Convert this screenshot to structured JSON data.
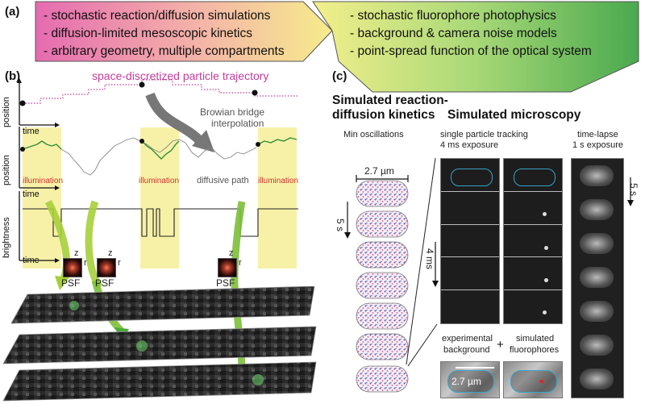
{
  "panel_a": {
    "label": "(a)",
    "left_items": [
      "- stochastic reaction/diffusion simulations",
      "- diffusion-limited mesoscopic kinetics",
      "- arbitrary geometry, multiple compartments"
    ],
    "right_items": [
      "- stochastic fluorophore photophysics",
      "- background & camera noise models",
      "- point-spread function of the optical system"
    ]
  },
  "panel_b": {
    "label": "(b)",
    "trajectory_title": "space-discretized particle trajectory",
    "bridge_label_1": "Browian bridge",
    "bridge_label_2": "interpolation",
    "diffusive_path": "diffusive path",
    "illumination": "illumination",
    "axis_position": "position",
    "axis_time": "time",
    "axis_brightness": "brightness",
    "psf_label": "PSF",
    "psf_z": "z",
    "psf_r": "r"
  },
  "panel_c": {
    "label": "(c)",
    "title_left_1": "Simulated reaction-",
    "title_left_2": "diffusion kinetics",
    "title_right": "Simulated microscopy",
    "min_osc": "Min oscillations",
    "spt_1": "single particle tracking",
    "spt_2": "4 ms exposure",
    "tl_1": "time-lapse",
    "tl_2": "1 s exposure",
    "scale_um": "2.7 µm",
    "scale_5s": "5 s",
    "scale_4ms": "4 ms",
    "scale_5s_right": "5 s",
    "exp_bg_1": "experimental",
    "exp_bg_2": "background",
    "plus": "+",
    "sim_fl_1": "simulated",
    "sim_fl_2": "fluorophores",
    "scale_um_bottom": "2.7 µm"
  }
}
